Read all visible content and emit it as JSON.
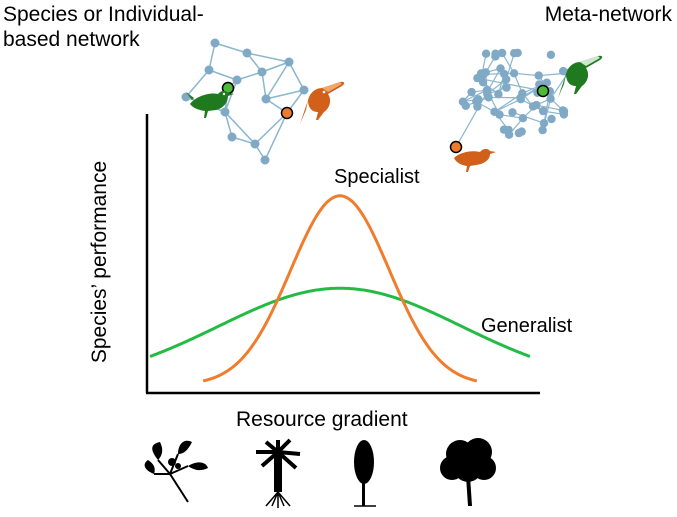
{
  "titles": {
    "left_line1": "Species or Individual-",
    "left_line2": "based network",
    "right": "Meta-network"
  },
  "chart_data": {
    "type": "line",
    "xlabel": "Resource gradient",
    "ylabel": "Species’ performance",
    "series": [
      {
        "name": "Specialist",
        "color": "#ef7d2d",
        "peak": 0.88,
        "center": 0.5,
        "width": 0.13
      },
      {
        "name": "Generalist",
        "color": "#22bb44",
        "peak": 0.45,
        "center": 0.5,
        "width": 0.32
      }
    ]
  },
  "colors": {
    "network_node": "#7fa9c4",
    "network_edge": "#8ab6cf",
    "green_bird": "#1f7a1f",
    "orange_bird": "#d2601a",
    "highlight_green": "#4cbb3a",
    "highlight_orange": "#ee7b2e"
  },
  "icons": {
    "bird_left_green": "green-bird-icon",
    "bird_left_orange": "toucan-icon",
    "bird_right_green": "toucan-icon",
    "bird_right_orange": "orange-bird-icon",
    "plants": [
      "leafy-branch-icon",
      "palm-tree-icon",
      "shrub-icon",
      "broadleaf-tree-icon"
    ]
  }
}
